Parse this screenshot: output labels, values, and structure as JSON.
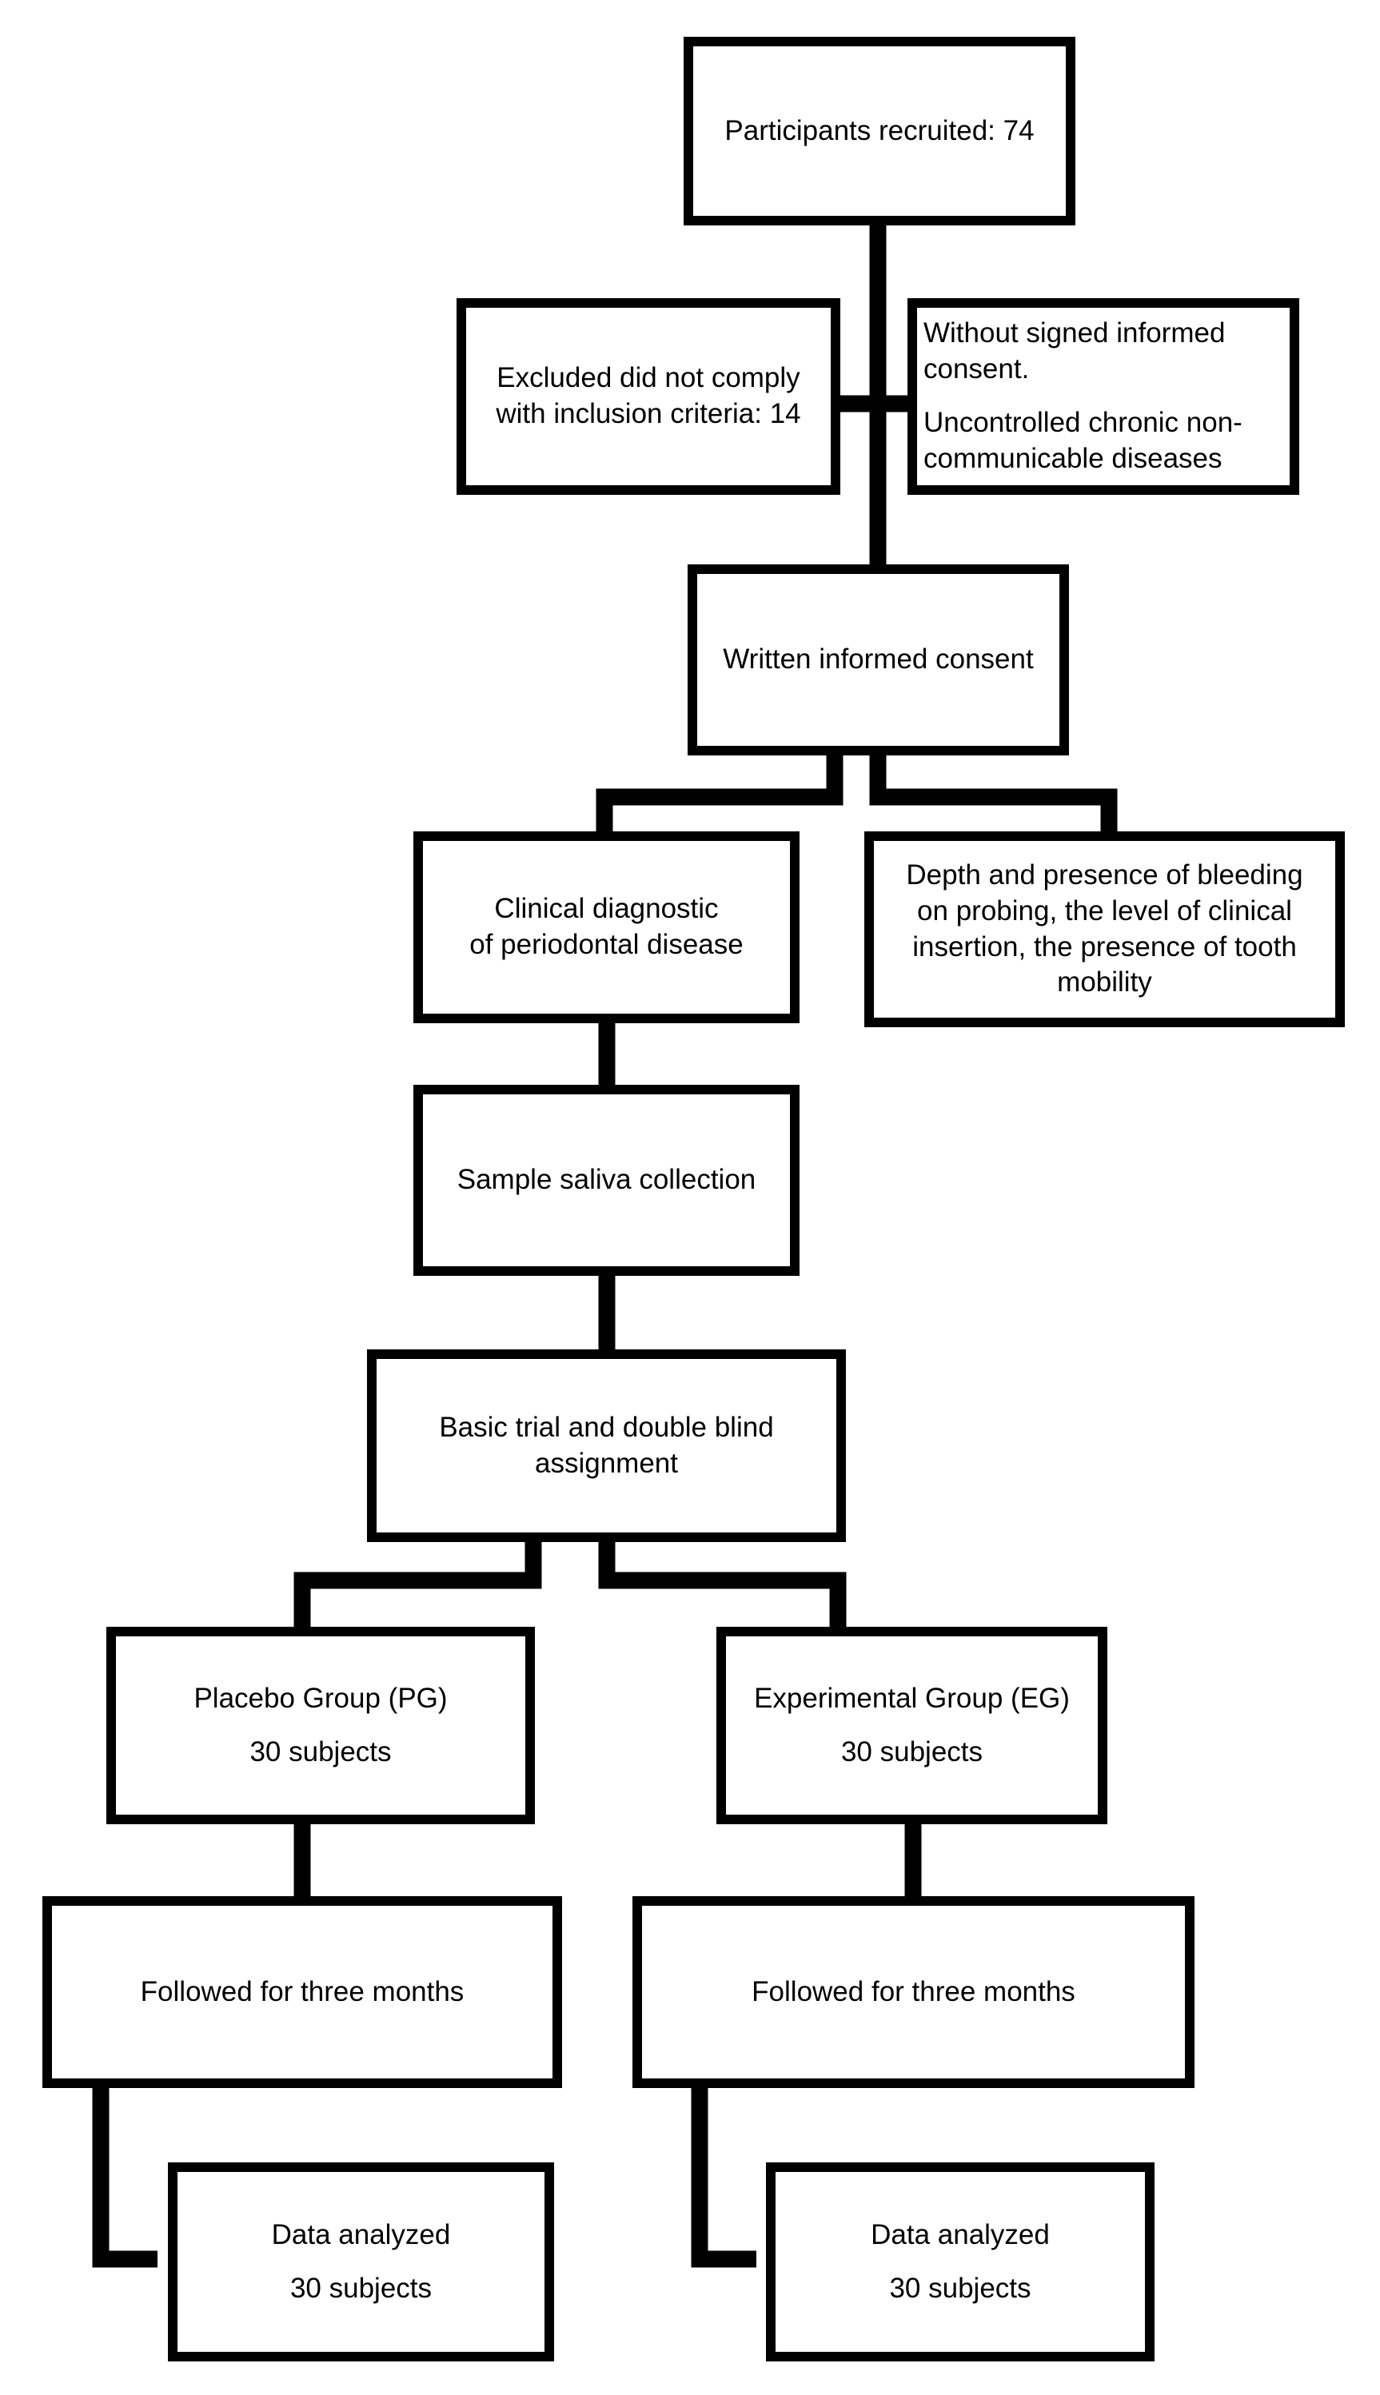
{
  "nodes": {
    "recruited": {
      "lines": [
        "Participants recruited: 74"
      ]
    },
    "excluded": {
      "lines": [
        "Excluded did not comply",
        "with inclusion criteria: 14"
      ]
    },
    "exclusion_reasons": {
      "lines": [
        "Without signed informed",
        "consent."
      ],
      "lines2": [
        "Uncontrolled chronic non-",
        "communicable diseases"
      ]
    },
    "consent": {
      "lines": [
        "Written informed consent"
      ]
    },
    "diagnostic": {
      "lines": [
        "Clinical diagnostic",
        "of periodontal disease"
      ]
    },
    "measures": {
      "lines": [
        "Depth and presence of bleeding",
        "on probing, the level of clinical",
        "insertion, the presence of tooth",
        "mobility"
      ]
    },
    "saliva": {
      "lines": [
        "Sample saliva collection"
      ]
    },
    "assignment": {
      "lines": [
        "Basic trial and double blind",
        "assignment"
      ]
    },
    "placebo": {
      "lines": [
        "Placebo Group (PG)"
      ],
      "lines2": [
        "30 subjects"
      ]
    },
    "experimental": {
      "lines": [
        "Experimental Group (EG)"
      ],
      "lines2": [
        "30 subjects"
      ]
    },
    "placebo_followup": {
      "lines": [
        "Followed for three months"
      ]
    },
    "experimental_followup": {
      "lines": [
        "Followed for three months"
      ]
    },
    "placebo_analyzed": {
      "lines": [
        "Data analyzed"
      ],
      "lines2": [
        "30 subjects"
      ]
    },
    "experimental_analyzed": {
      "lines": [
        "Data analyzed"
      ],
      "lines2": [
        "30 subjects"
      ]
    }
  }
}
